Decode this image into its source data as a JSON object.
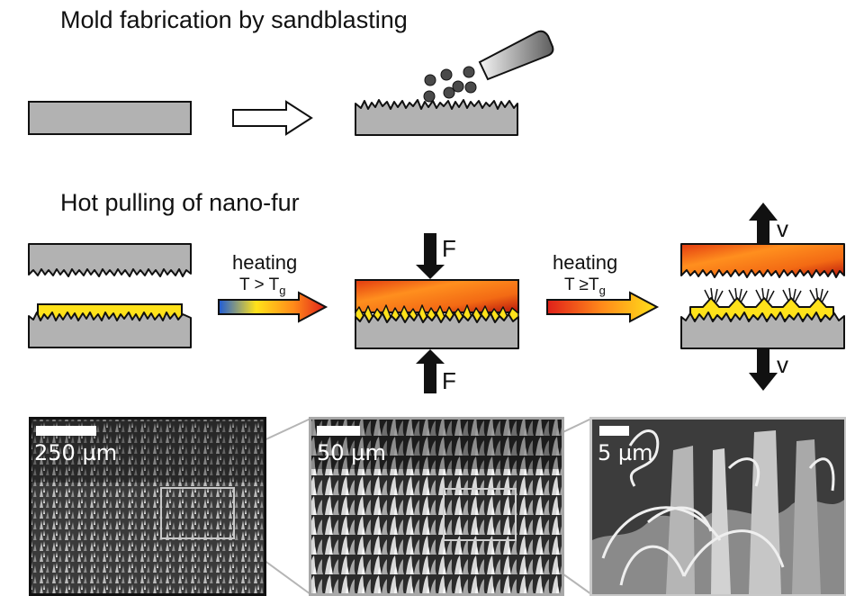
{
  "section_titles": {
    "mold": "Mold fabrication by sandblasting",
    "pulling": "Hot pulling of nano-fur"
  },
  "step1": {
    "label": "heating",
    "condition_prefix": "T > T",
    "condition_subscript": "g"
  },
  "step2": {
    "label": "heating",
    "condition_prefix": "T  ≥T",
    "condition_subscript": "g"
  },
  "forces": {
    "top": "F",
    "bottom": "F"
  },
  "velocities": {
    "top": "v",
    "bottom": "v"
  },
  "micrographs": [
    {
      "scale_label": "250 µm"
    },
    {
      "scale_label": "50 µm"
    },
    {
      "scale_label": "5 µm"
    }
  ],
  "colors": {
    "mold_gray": "#b2b2b2",
    "polymer_yellow": "#ffe21a",
    "heated_red": "#e23a10",
    "heated_orange": "#ff8a1a",
    "outline": "#111111"
  }
}
